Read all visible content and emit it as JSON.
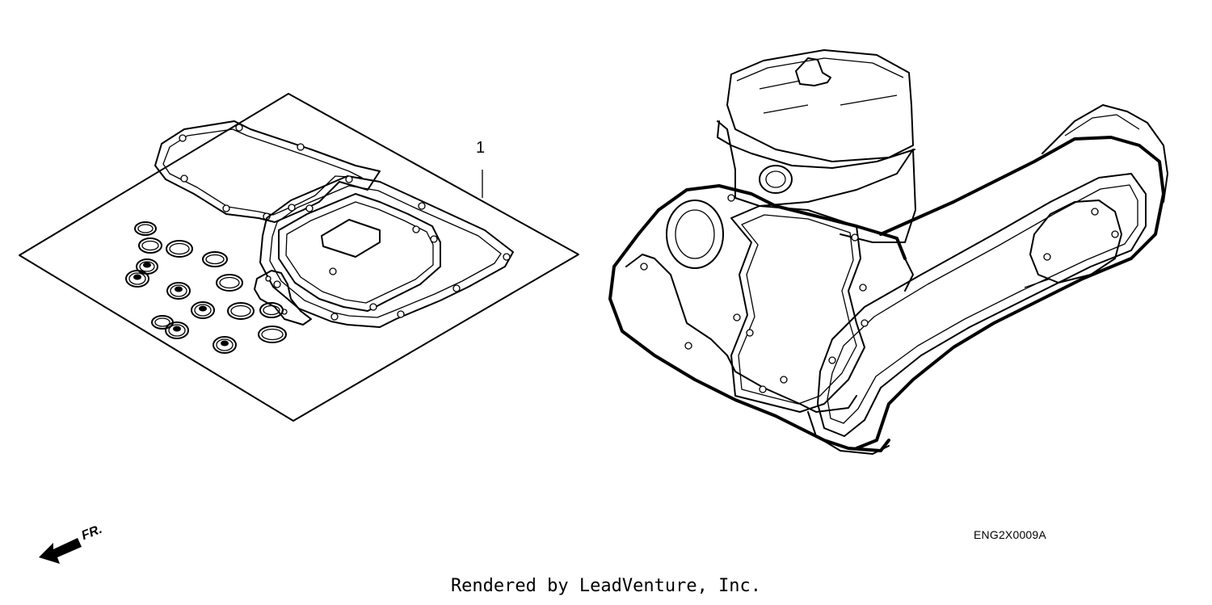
{
  "diagram": {
    "callout_number": "1",
    "figure_code": "ENG2X0009A",
    "direction_label": "FR.",
    "credit": "Rendered by LeadVenture, Inc."
  }
}
